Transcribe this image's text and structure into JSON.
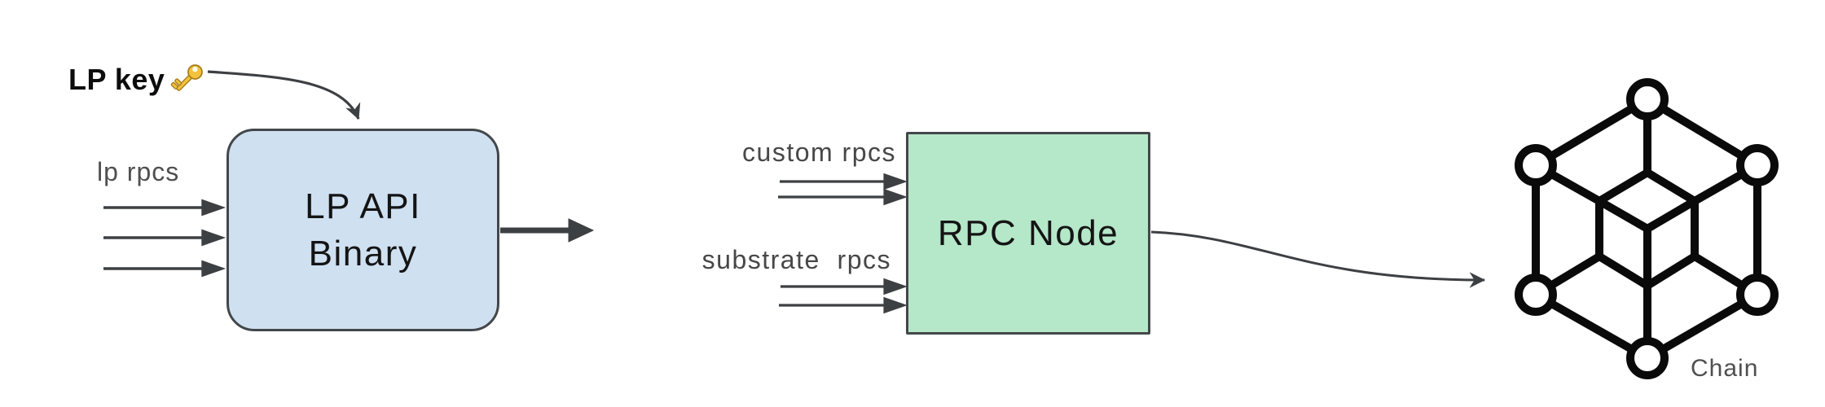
{
  "diagram": {
    "labels": {
      "lp_key": "LP key",
      "lp_rpcs": "lp rpcs",
      "lp_api_box": "LP API\nBinary",
      "custom_rpcs": "custom rpcs",
      "substrate_rpcs": "substrate  rpcs",
      "rpc_node_box": "RPC Node",
      "chain": "Chain"
    },
    "icons": {
      "key": "key-icon",
      "chain_network": "blockchain-cube-icon"
    },
    "colors": {
      "lp_api_box_fill": "#cfe0f1",
      "rpc_node_box_fill": "#b5e7c9",
      "box_border": "#43474a",
      "arrow": "#3d4043",
      "label_gray": "#4f4f4f",
      "chain_icon_black": "#0a0a0a",
      "key_gold": "#f2c23e"
    }
  }
}
